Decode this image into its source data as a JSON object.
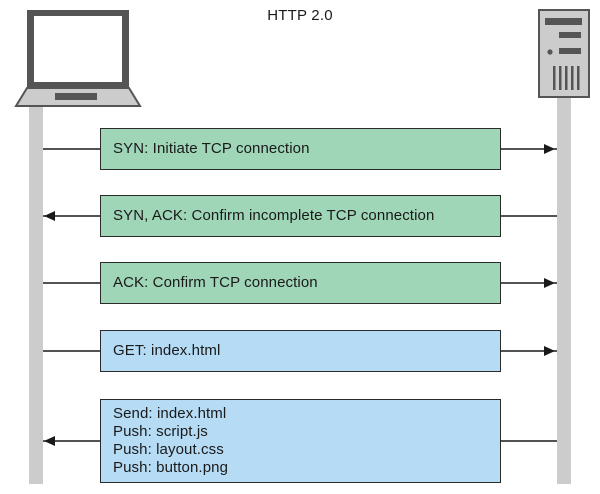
{
  "title": "HTTP 2.0",
  "colors": {
    "lifeline": "#cccccc",
    "device_frame": "#555555",
    "device_fill": "#cccccc",
    "server_panel": "#555555",
    "arrow": "#1a1a1a",
    "tcp_message": "#9fd6b7",
    "http_message": "#b5dbf5",
    "border": "#2b2b2b"
  },
  "participants": [
    {
      "id": "client",
      "icon": "laptop-icon"
    },
    {
      "id": "server",
      "icon": "server-icon"
    }
  ],
  "messages": [
    {
      "kind": "tcp",
      "direction": "client-to-server",
      "lines": [
        "SYN: Initiate TCP connection"
      ]
    },
    {
      "kind": "tcp",
      "direction": "server-to-client",
      "lines": [
        "SYN, ACK: Confirm incomplete TCP connection"
      ]
    },
    {
      "kind": "tcp",
      "direction": "client-to-server",
      "lines": [
        "ACK: Confirm TCP connection"
      ]
    },
    {
      "kind": "http",
      "direction": "client-to-server",
      "lines": [
        "GET: index.html"
      ]
    },
    {
      "kind": "http",
      "direction": "server-to-client",
      "lines": [
        "Send: index.html",
        "Push: script.js",
        "Push: layout.css",
        "Push: button.png"
      ]
    }
  ]
}
